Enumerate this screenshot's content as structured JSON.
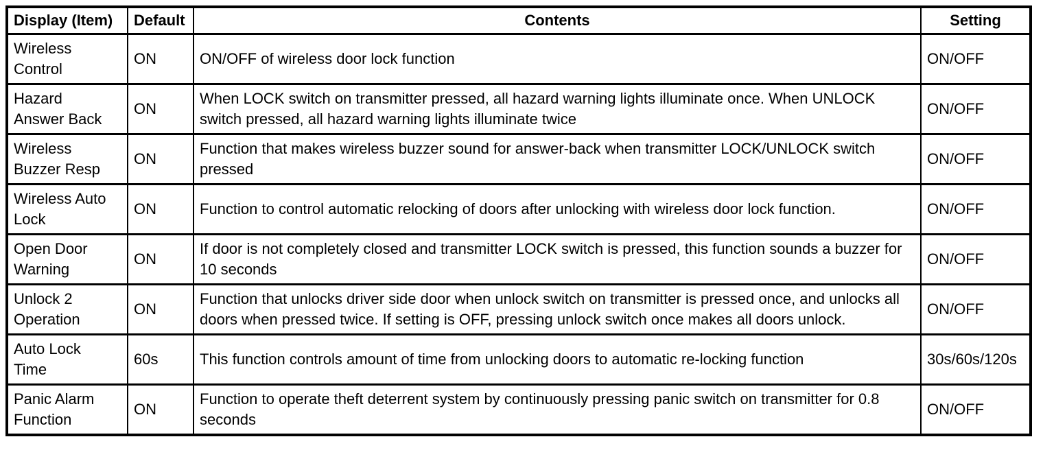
{
  "table": {
    "headers": {
      "item": "Display (Item)",
      "default": "Default",
      "contents": "Contents",
      "setting": "Setting"
    },
    "rows": [
      {
        "item": "Wireless\nControl",
        "default": "ON",
        "contents": "ON/OFF of wireless door lock function",
        "setting": "ON/OFF"
      },
      {
        "item": "Hazard\nAnswer Back",
        "default": "ON",
        "contents": "When LOCK switch on transmitter pressed, all hazard warning lights illuminate once. When UNLOCK switch pressed, all hazard warning lights illuminate twice",
        "setting": "ON/OFF"
      },
      {
        "item": "Wireless\nBuzzer Resp",
        "default": "ON",
        "contents": "Function that makes wireless buzzer sound for answer-back when transmitter LOCK/UNLOCK switch pressed",
        "setting": "ON/OFF"
      },
      {
        "item": "Wireless Auto\nLock",
        "default": "ON",
        "contents": "Function to control automatic relocking of doors after unlocking with wireless door lock function.",
        "setting": "ON/OFF"
      },
      {
        "item": "Open Door\nWarning",
        "default": "ON",
        "contents": "If door is not completely closed and transmitter LOCK switch is pressed, this function sounds a buzzer for 10 seconds",
        "setting": "ON/OFF"
      },
      {
        "item": "Unlock 2\nOperation",
        "default": "ON",
        "contents": "Function that unlocks driver side door when unlock switch on transmitter is pressed once, and unlocks all doors when pressed twice. If setting is OFF, pressing unlock switch once makes all doors unlock.",
        "setting": "ON/OFF"
      },
      {
        "item": "Auto Lock\nTime",
        "default": "60s",
        "contents": "This function controls amount of time from unlocking doors to automatic re-locking function",
        "setting": "30s/60s/120s"
      },
      {
        "item": "Panic Alarm\nFunction",
        "default": "ON",
        "contents": "Function to operate theft deterrent system by continuously pressing panic switch on transmitter for 0.8 seconds",
        "setting": "ON/OFF"
      }
    ]
  }
}
